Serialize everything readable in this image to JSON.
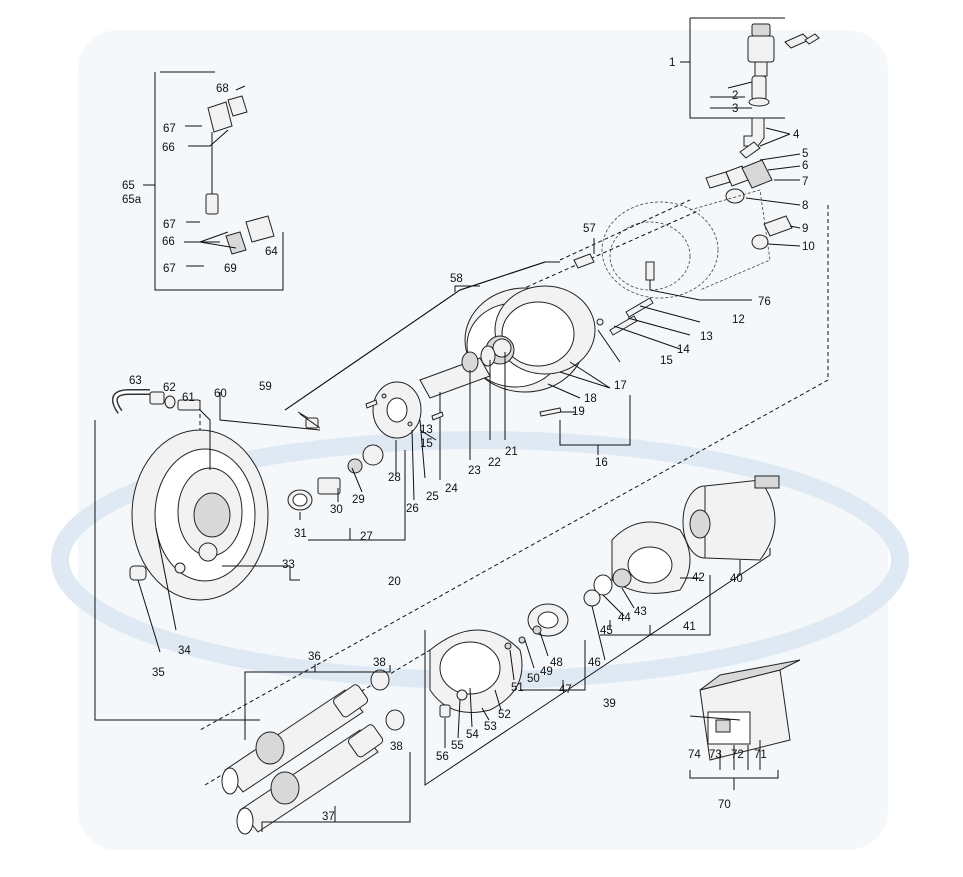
{
  "diagram": {
    "callouts": [
      "1",
      "2",
      "3",
      "4",
      "5",
      "6",
      "7",
      "8",
      "9",
      "10",
      "12",
      "13",
      "14",
      "15",
      "16",
      "17",
      "18",
      "19",
      "20",
      "21",
      "22",
      "23",
      "24",
      "25",
      "26",
      "27",
      "28",
      "29",
      "30",
      "31",
      "33",
      "34",
      "35",
      "36",
      "37",
      "38",
      "39",
      "40",
      "41",
      "42",
      "43",
      "44",
      "45",
      "46",
      "47",
      "48",
      "49",
      "50",
      "51",
      "52",
      "53",
      "54",
      "55",
      "56",
      "57",
      "58",
      "59",
      "60",
      "61",
      "62",
      "63",
      "64",
      "65",
      "65a",
      "66",
      "67",
      "68",
      "69",
      "70",
      "71",
      "72",
      "73",
      "74",
      "76"
    ],
    "extra_callouts": [
      "13",
      "15",
      "38",
      "66",
      "67",
      "67"
    ]
  },
  "colors": {
    "line": "#111111",
    "part_fill": "#f2f2f2",
    "part_shade": "#d8d8d8",
    "watermark": "#dfe9f3"
  }
}
